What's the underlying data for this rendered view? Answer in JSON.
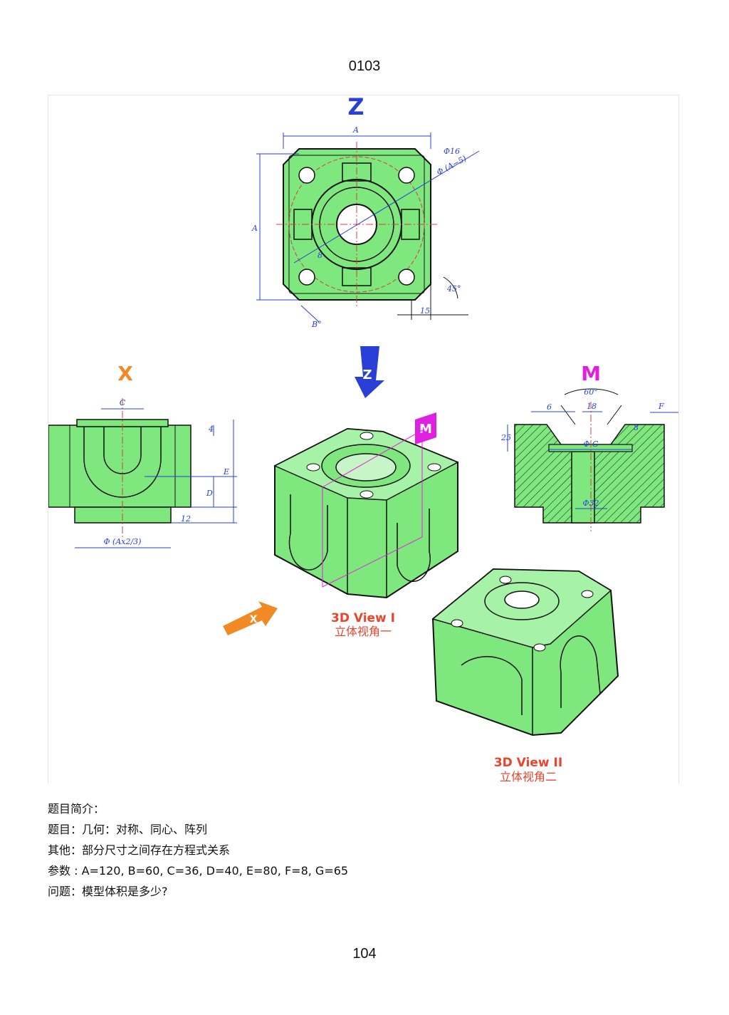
{
  "header": {
    "page_label": "0103"
  },
  "figure": {
    "view_labels": {
      "z": "Z",
      "x": "X",
      "m": "M"
    },
    "arrow_labels": {
      "z": "Z",
      "m": "M",
      "x": "X"
    },
    "dimensions": {
      "top_width": "A",
      "top_height": "A",
      "phi16": "Φ16",
      "phi_a5": "Φ (A−5)",
      "b_angle": "B°",
      "angle45": "45°",
      "w15": "15",
      "r8": "8",
      "c": "C",
      "d": "D",
      "e": "E",
      "h4": "4",
      "h12": "12",
      "phi_ax": "Φ (Ax2/3)",
      "a60": "60°",
      "w6": "6",
      "w18": "18",
      "h25": "25",
      "phi_g": "Φ G",
      "f": "F",
      "h8": "8",
      "phi32": "Φ32"
    },
    "view1_label": "3D View I",
    "view1_cn": "立体视角一",
    "view2_label": "3D View II",
    "view2_cn": "立体视角二",
    "colors": {
      "part_green": "#7ee87e",
      "dim_blue": "#2a3fd6",
      "red_label": "#e8452c",
      "magenta": "#e020e0",
      "orange": "#f08a24"
    }
  },
  "intro": {
    "heading": "题目简介：",
    "topic": "题目：几何：对称、同心、阵列",
    "other": "其他：部分尺寸之间存在方程式关系",
    "params": "参数 : A=120, B=60, C=36, D=40, E=80, F=8, G=65",
    "question": "问题：模型体积是多少?"
  },
  "footer": {
    "page_number": "104"
  }
}
